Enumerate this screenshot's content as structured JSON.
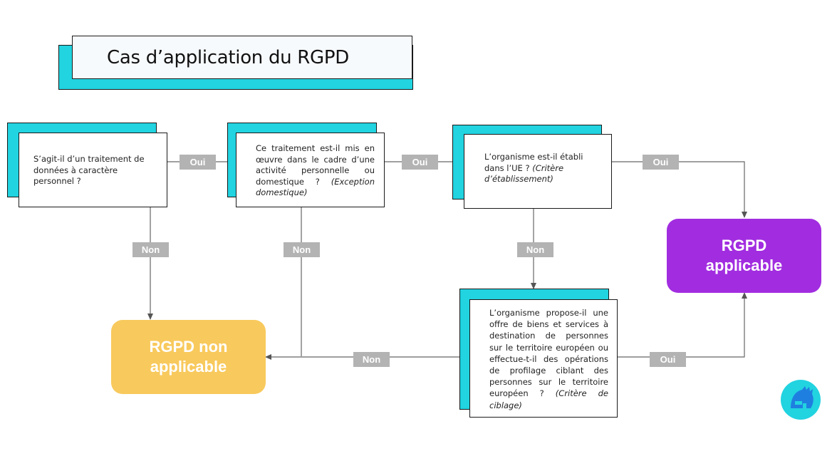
{
  "title": "Cas d’application du RGPD",
  "questions": {
    "q1": {
      "text": "S’agit-il d’un traitement de données à caractère personnel ?"
    },
    "q2": {
      "text": "Ce traitement est-il mis en œuvre dans le cadre d’une activité personnelle ou domestique ?",
      "note": "(Exception domestique)"
    },
    "q3": {
      "text": "L’organisme est-il établi dans l’UE ?",
      "note": "(Critère d’établissement)"
    },
    "q4": {
      "text": "L’organisme propose-il une offre de biens et services à destination de personnes sur le territoire européen ou effectue-t-il des opérations de profilage ciblant des personnes sur le territoire européen ?",
      "note": "(Critère de ciblage)"
    }
  },
  "labels": {
    "oui": "Oui",
    "non": "Non"
  },
  "results": {
    "applicable": {
      "line1": "RGPD",
      "line2": "applicable"
    },
    "non_applicable": {
      "line1": "RGPD non",
      "line2": "applicable"
    }
  },
  "colors": {
    "accent": "#22d3e0",
    "applicable": "#a22de0",
    "non_applicable": "#f8c95c",
    "label_bg": "#b3b3b3",
    "logo": "#1fa0e0"
  },
  "logo_icon": "helmet-logo-icon"
}
